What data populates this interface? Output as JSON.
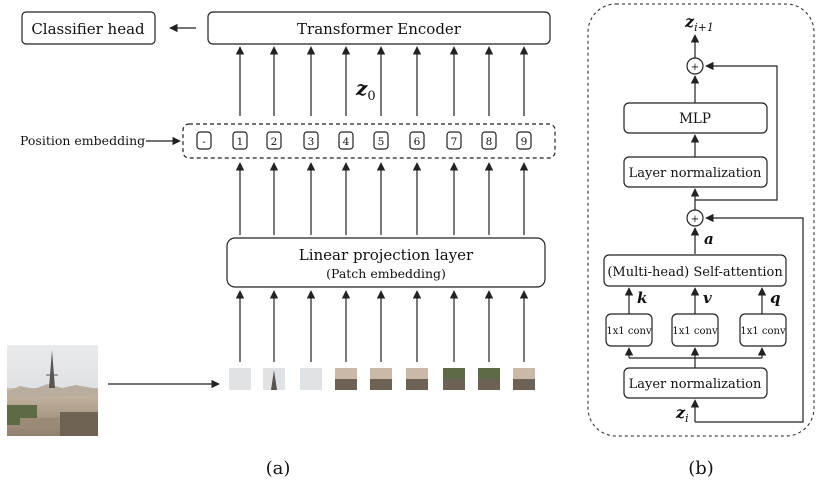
{
  "panel_a": {
    "caption": "(a)",
    "classifier_head": "Classifier head",
    "transformer_encoder": "Transformer Encoder",
    "z0_label": "z",
    "z0_sub": "0",
    "position_embedding": "Position embedding",
    "position_tokens": [
      "-",
      "1",
      "2",
      "3",
      "4",
      "5",
      "6",
      "7",
      "8",
      "9"
    ],
    "linear_projection": "Linear projection layer",
    "patch_embedding": "(Patch embedding)",
    "image_alt": "Paris cityscape photo with Eiffel Tower"
  },
  "panel_b": {
    "caption": "(b)",
    "z_out": "z",
    "z_out_sub": "i+1",
    "z_in": "z",
    "z_in_sub": "i",
    "plus": "+",
    "mlp": "MLP",
    "layer_norm_top": "Layer normalization",
    "a_label": "a",
    "self_attention": "(Multi-head) Self-attention",
    "k_label": "k",
    "v_label": "v",
    "q_label": "q",
    "conv_1": "1x1 conv",
    "conv_2": "1x1 conv",
    "conv_3": "1x1 conv",
    "layer_norm_bottom": "Layer normalization"
  },
  "colors": {
    "stroke": "#222222",
    "sky": "#dfe3e6",
    "city_light": "#c9b9a6",
    "city_dark": "#6e6254",
    "tree": "#5e6a45"
  }
}
